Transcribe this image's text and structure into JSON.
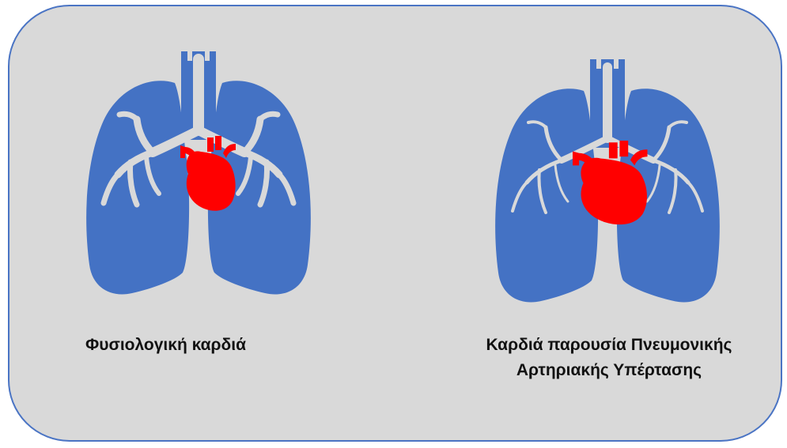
{
  "figure": {
    "colors": {
      "panel_background": "#d9d9d9",
      "panel_border": "#4a74c4",
      "lung": "#4472c4",
      "airway": "#d9d9d9",
      "heart": "#ff0000"
    },
    "left": {
      "caption": "Φυσιολογική καρδιά",
      "heart_size": "normal"
    },
    "right": {
      "caption_line1": "Καρδιά παρουσία Πνευμονικής",
      "caption_line2": "Αρτηριακής Υπέρτασης",
      "heart_size": "enlarged"
    }
  }
}
